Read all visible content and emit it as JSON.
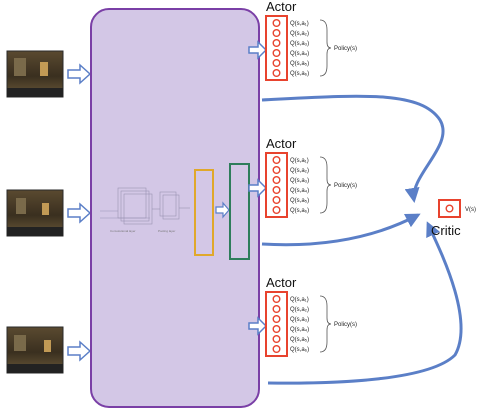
{
  "actors": [
    {
      "title": "Actor",
      "q_labels": [
        "Q(s,a₁)",
        "Q(s,a₂)",
        "Q(s,a₃)",
        "Q(s,a₄)",
        "Q(s,a₅)",
        "Q(s,a₆)"
      ],
      "policy_label": "Policy(s)"
    },
    {
      "title": "Actor",
      "q_labels": [
        "Q(s,a₁)",
        "Q(s,a₂)",
        "Q(s,a₃)",
        "Q(s,a₄)",
        "Q(s,a₅)",
        "Q(s,a₆)"
      ],
      "policy_label": "Policy(s)"
    },
    {
      "title": "Actor",
      "q_labels": [
        "Q(s,a₁)",
        "Q(s,a₂)",
        "Q(s,a₃)",
        "Q(s,a₄)",
        "Q(s,a₅)",
        "Q(s,a₆)"
      ],
      "policy_label": "Policy(s)"
    }
  ],
  "critic": {
    "title": "Critic",
    "value_label": "V(s)"
  },
  "network": {
    "label_1": "Convolutional layer",
    "label_2": "Pooling layer"
  },
  "colors": {
    "network_fill": "#d3c7e6",
    "network_border": "#7a3fa6",
    "arrow": "#5b7fc7",
    "orange_layer": "#e0a82a",
    "green_layer": "#2e7d5b",
    "actor_red": "#e8432e"
  }
}
